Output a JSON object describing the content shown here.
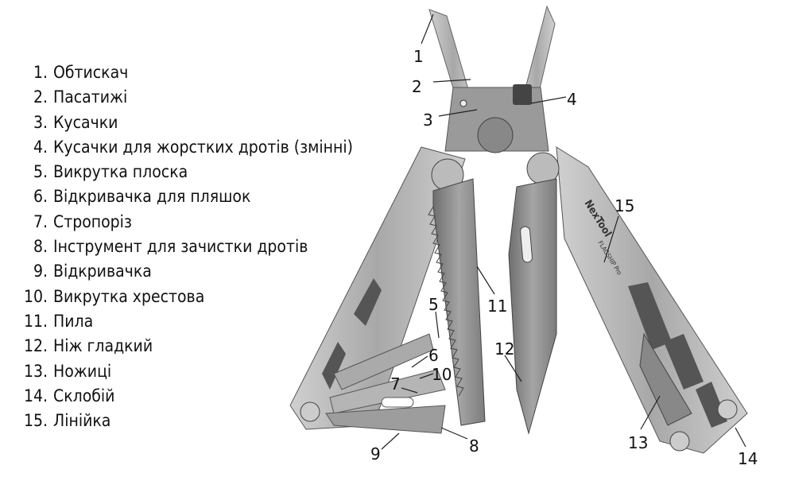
{
  "legend": [
    {
      "num": "1.",
      "label": "Обтискач"
    },
    {
      "num": "2.",
      "label": "Пасатижі"
    },
    {
      "num": "3.",
      "label": "Кусачки"
    },
    {
      "num": "4.",
      "label": "Кусачки для жорстких дротів (змінні)"
    },
    {
      "num": "5.",
      "label": "Викрутка плоска"
    },
    {
      "num": "6.",
      "label": "Відкривачка для пляшок"
    },
    {
      "num": "7.",
      "label": "Стропоріз"
    },
    {
      "num": "8.",
      "label": "Інструмент для зачистки дротів"
    },
    {
      "num": "9.",
      "label": "Відкривачка"
    },
    {
      "num": "10.",
      "label": "Викрутка хрестова"
    },
    {
      "num": "11.",
      "label": "Пила"
    },
    {
      "num": "12.",
      "label": "Ніж гладкий"
    },
    {
      "num": "13.",
      "label": "Ножиці"
    },
    {
      "num": "14.",
      "label": "Склобій"
    },
    {
      "num": "15.",
      "label": "Лінійка"
    }
  ],
  "callouts": [
    "1",
    "2",
    "3",
    "4",
    "5",
    "6",
    "7",
    "8",
    "9",
    "10",
    "11",
    "12",
    "13",
    "14",
    "15"
  ],
  "brand": {
    "logo": "NexTool",
    "model": "FLAGSHIP Pro"
  },
  "colors": {
    "text": "#111111",
    "steel_light": "#b9b9b9",
    "steel_dark": "#7a7a7a",
    "blade": "#8e8e8e"
  }
}
